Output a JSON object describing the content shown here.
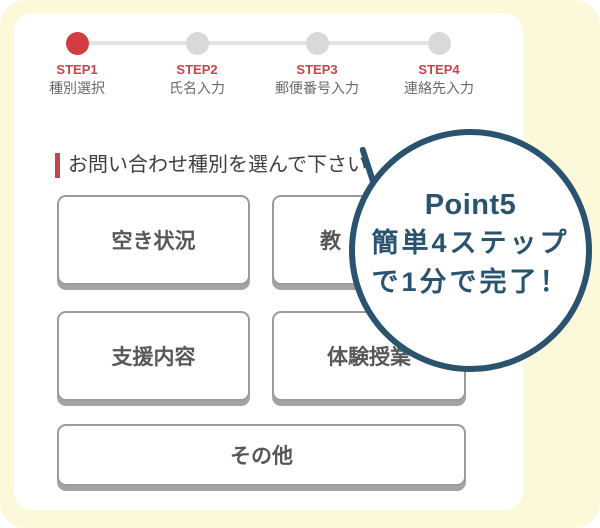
{
  "theme": {
    "background_cream": "#fcf8da",
    "card_white": "#ffffff",
    "accent_red": "#d23c43",
    "step_text_red": "#c9434c",
    "inactive_dot_gray": "#d9d9d9",
    "track_gray": "#e3e3e3",
    "sublabel_gray": "#6a6a6a",
    "heading_bar_red": "#b9494f",
    "heading_text_gray": "#3f3f3f",
    "button_border_gray": "#9b9b9b",
    "button_shadow_gray": "#a4a4a4",
    "button_text_gray": "#585858",
    "callout_navy": "#2a536f"
  },
  "stepper": {
    "steps": [
      {
        "label": "STEP1",
        "sublabel": "種別選択",
        "active": true
      },
      {
        "label": "STEP2",
        "sublabel": "氏名入力",
        "active": false
      },
      {
        "label": "STEP3",
        "sublabel": "郵便番号入力",
        "active": false
      },
      {
        "label": "STEP4",
        "sublabel": "連絡先入力",
        "active": false
      }
    ]
  },
  "heading": {
    "text": "お問い合わせ種別を選んで下さい"
  },
  "choices": [
    {
      "label": "空き状況"
    },
    {
      "label": "教"
    },
    {
      "label": "支援内容"
    },
    {
      "label": "体験授業"
    },
    {
      "label": "その他"
    }
  ],
  "callout": {
    "title": "Point5",
    "line1": "簡単4ステップ",
    "line2": "で1分で完了！"
  }
}
